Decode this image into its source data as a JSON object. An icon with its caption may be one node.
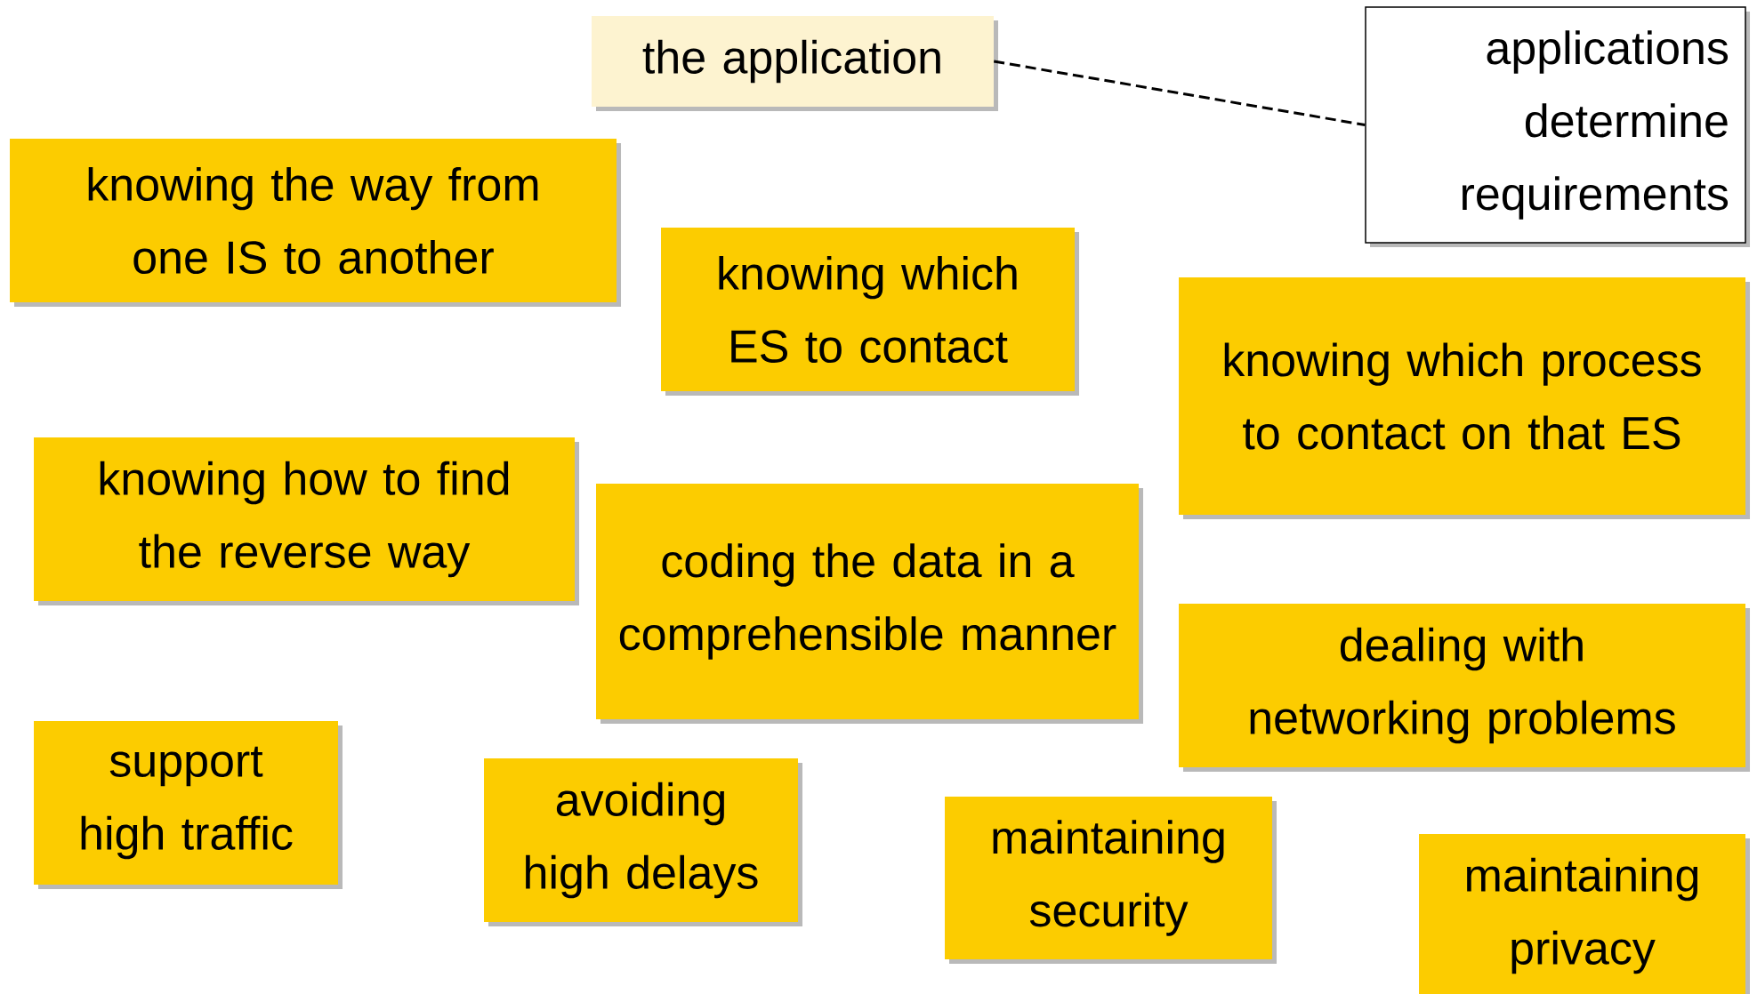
{
  "diagram": {
    "nodes": [
      {
        "text": [
          "the application"
        ]
      },
      {
        "text": [
          "applications determine requirements"
        ]
      },
      {
        "text": [
          "knowing the way from one IS to another"
        ]
      },
      {
        "text": [
          "knowing which ES to contact"
        ]
      },
      {
        "text": [
          "knowing which process to contact on that ES"
        ]
      },
      {
        "text": [
          "knowing how to find the reverse way"
        ]
      },
      {
        "text": [
          "coding the data in a comprehensible manner"
        ]
      },
      {
        "text": [
          "dealing with networking problems"
        ]
      },
      {
        "text": [
          "support high traffic"
        ]
      },
      {
        "text": [
          "avoiding high delays"
        ]
      },
      {
        "text": [
          "maintaining security"
        ]
      },
      {
        "text": [
          "maintaining privacy"
        ]
      }
    ],
    "edges": [
      {
        "from": 0,
        "to": 1,
        "arrow": "none",
        "style": "dashed"
      }
    ]
  }
}
